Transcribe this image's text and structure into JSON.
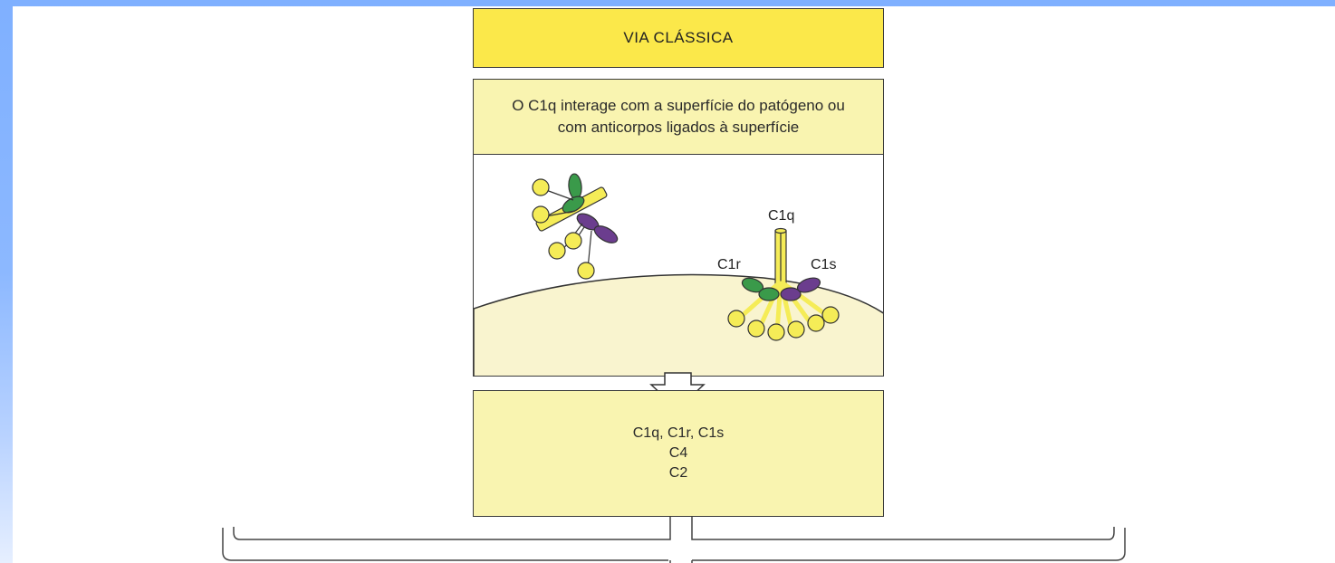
{
  "title": "VIA CLÁSSICA",
  "description": {
    "line1": "O C1q interage com a superfície do patógeno ou",
    "line2": "com anticorpos ligados à superfície"
  },
  "illustration": {
    "labels": {
      "c1q": "C1q",
      "c1r": "C1r",
      "c1s": "C1s"
    },
    "colors": {
      "antibody_yellow": "#f5ec57",
      "c1r_green": "#3a9a4a",
      "c1s_purple": "#6b3d8e",
      "surface": "#f9f4cf"
    }
  },
  "components": {
    "line1": "C1q, C1r, C1s",
    "line2": "C4",
    "line3": "C2"
  }
}
